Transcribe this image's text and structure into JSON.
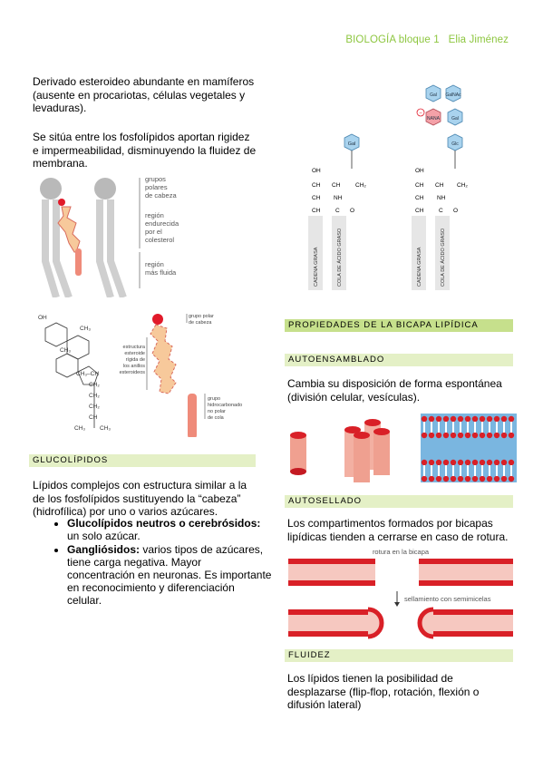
{
  "header": {
    "title": "BIOLOGÍA bloque 1",
    "author": "Elia Jiménez"
  },
  "left": {
    "p1": "Derivado esteroideo abundante en mamíferos (ausente en procariotas, células vegetales y levaduras).",
    "p2": "Se sitúa entre los fosfolípidos aportan rigidez e impermeabilidad, disminuyendo la fluidez de membrana.",
    "fig1": {
      "l1a": "grupos",
      "l1b": "polares",
      "l1c": "de cabeza",
      "l2a": "región",
      "l2b": "endurecida",
      "l2c": "por el",
      "l2d": "colesterol",
      "l3a": "región",
      "l3b": "más fluida"
    },
    "fig2": {
      "oh": "OH",
      "ch3a": "CH₃",
      "ch3b": "CH₃",
      "ch3ch": "CH₃–CH",
      "ch2a": "CH₂",
      "ch2b": "CH₂",
      "ch2c": "CH₂",
      "ch": "CH",
      "ch3c": "CH₃",
      "ch3d": "CH₃",
      "head_a": "grupo polar",
      "head_b": "de cabeza",
      "rig_a": "estructura",
      "rig_b": "esteroide",
      "rig_c": "rígida de",
      "rig_d": "los anillos",
      "rig_e": "esteroideos",
      "np_a": "grupo",
      "np_b": "hidrocarbonado",
      "np_c": "no polar",
      "np_d": "de cola"
    },
    "glucolipidos": {
      "heading": "GLUCOLÍPIDOS",
      "intro": "Lípidos complejos con estructura similar a la de los fosfolípidos sustituyendo la “cabeza” (hidrofílica) por uno o varios azúcares.",
      "b1_bold": "Glucolípidos neutros o cerebrósidos:",
      "b1_text": " un solo azúcar.",
      "b2_bold": "Gangliósidos:",
      "b2_text": " varios tipos de azúcares, tiene carga negativa. Mayor concentración en neuronas. Es importante en reconocimiento y diferenciación celular."
    }
  },
  "right": {
    "fig3": {
      "gal": "Gal",
      "galnac": "GalNAc",
      "nana": "NANA",
      "glc": "Glc",
      "minus": "−",
      "oh": "OH",
      "ch": "CH",
      "nh": "NH",
      "c": "C",
      "o": "O",
      "ch2": "CH₂",
      "fatty": "CADENA GRASA",
      "acid": "COLA DE ÁCIDO GRASO"
    },
    "bilayer_heading": "PROPIEDADES DE LA BICAPA LIPÍDICA",
    "auto_heading": "AUTOENSAMBLADO",
    "auto_text": "Cambia su disposición de forma espontánea (división celular, vesículas).",
    "sellado_heading": "AUTOSELLADO",
    "sellado_text": "Los compartimentos formados por bicapas lipídicas tienden a cerrarse en caso de rotura.",
    "rotura_label": "rotura en la bicapa",
    "semimicelas_label": "sellamiento con semimicelas",
    "fluidez_heading": "FLUIDEZ",
    "fluidez_text": "Los lípidos tienen la posibilidad de desplazarse (flip-flop, rotación, flexión o difusión lateral)"
  },
  "colors": {
    "accent": "#8dc63f",
    "bar_light": "#e4f0c6",
    "bar_dark": "#c6e08c",
    "membrane_red": "#d92027"
  }
}
